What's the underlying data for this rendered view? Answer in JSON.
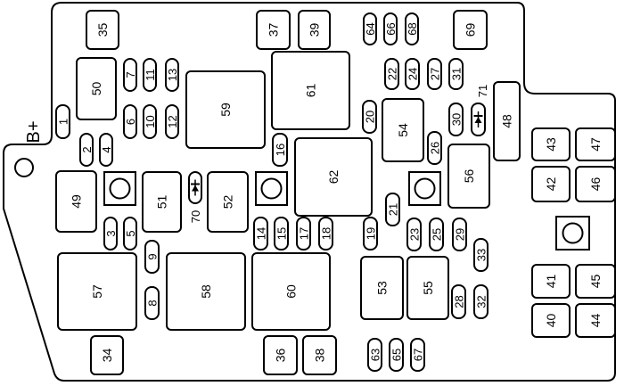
{
  "title_label": "B+",
  "diode_labels": {
    "d70": "70",
    "d71": "71"
  },
  "fuses": {
    "f1": "1",
    "f2": "2",
    "f3": "3",
    "f4": "4",
    "f5": "5",
    "f6": "6",
    "f7": "7",
    "f8": "8",
    "f9": "9",
    "f10": "10",
    "f11": "11",
    "f12": "12",
    "f13": "13",
    "f14": "14",
    "f15": "15",
    "f16": "16",
    "f17": "17",
    "f18": "18",
    "f19": "19",
    "f20": "20",
    "f21": "21",
    "f22": "22",
    "f23": "23",
    "f24": "24",
    "f25": "25",
    "f26": "26",
    "f27": "27",
    "f28": "28",
    "f29": "29",
    "f30": "30",
    "f31": "31",
    "f32": "32",
    "f33": "33",
    "f34": "34",
    "f35": "35",
    "f36": "36",
    "f37": "37",
    "f38": "38",
    "f39": "39",
    "f40": "40",
    "f41": "41",
    "f42": "42",
    "f43": "43",
    "f44": "44",
    "f45": "45",
    "f46": "46",
    "f47": "47",
    "f48": "48",
    "f49": "49",
    "f50": "50",
    "f51": "51",
    "f52": "52",
    "f53": "53",
    "f54": "54",
    "f55": "55",
    "f56": "56",
    "f57": "57",
    "f58": "58",
    "f59": "59",
    "f60": "60",
    "f61": "61",
    "f62": "62",
    "f63": "63",
    "f64": "64",
    "f65": "65",
    "f66": "66",
    "f67": "67",
    "f68": "68",
    "f69": "69"
  }
}
